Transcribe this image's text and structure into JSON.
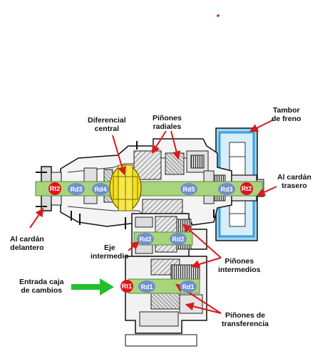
{
  "colors": {
    "arrow": "#d81b1b",
    "input_arrow": "#22c02e",
    "shaft": "#a8d47c",
    "differential": "#f2df1f",
    "red_badge": "#e0141b",
    "blue_badge": "#6f8fcf",
    "brake_drum": "#3aa0e0"
  },
  "labels": {
    "tambor": [
      "Tambor",
      "de freno"
    ],
    "diferencial": [
      "Diferencial",
      "central"
    ],
    "pinones_radiales": [
      "Piñones",
      "radiales"
    ],
    "cardan_trasero": [
      "Al cardán",
      "trasero"
    ],
    "cardan_delantero": [
      "Al cardán",
      "delantero"
    ],
    "eje_intermedio": [
      "Eje",
      "intermedio"
    ],
    "pinones_intermedios": [
      "Piñones",
      "intermedios"
    ],
    "entrada_caja": [
      "Entrada caja",
      "de cambios"
    ],
    "pinones_transferencia": [
      "Piñones de",
      "transferencia"
    ]
  },
  "badges": {
    "rt2_left": "Rt2",
    "rd3_left": "Rd3",
    "rd4": "Rd4",
    "rd5": "Rd5",
    "rd3_right": "Rd3",
    "rt2_right": "Rt2",
    "rd2_left": "Rd2",
    "rd2_right": "Rd2",
    "rt1": "Rt1",
    "rd1_left": "Rd1",
    "rd1_right": "Rd1"
  }
}
